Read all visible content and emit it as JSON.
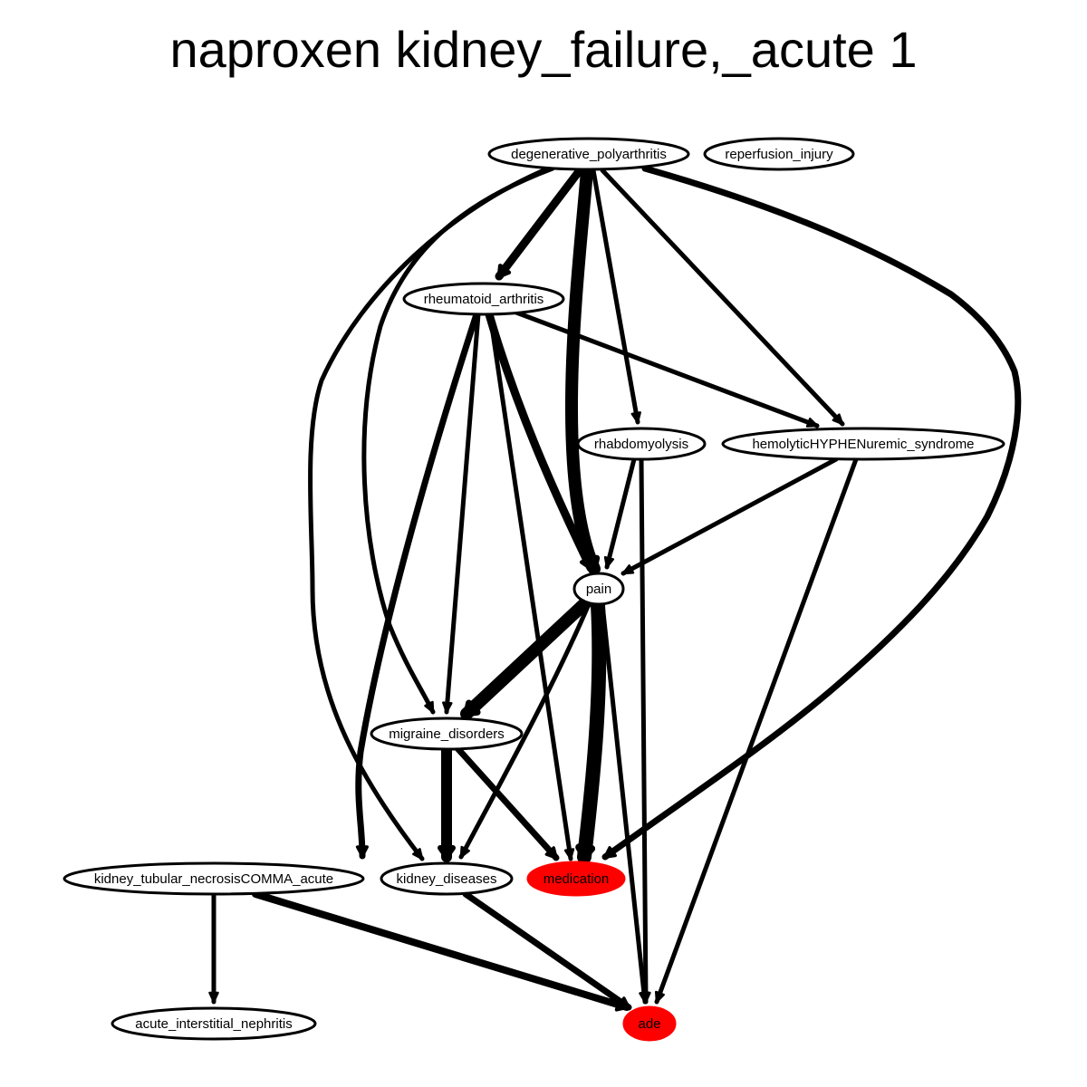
{
  "title": "naproxen kidney_failure,_acute 1",
  "colors": {
    "highlight": "#ff0000",
    "stroke": "#000000",
    "background": "#ffffff"
  },
  "nodes": [
    {
      "id": "degenerative_polyarthritis",
      "label": "degenerative_polyarthritis",
      "highlight": false
    },
    {
      "id": "reperfusion_injury",
      "label": "reperfusion_injury",
      "highlight": false
    },
    {
      "id": "rheumatoid_arthritis",
      "label": "rheumatoid_arthritis",
      "highlight": false
    },
    {
      "id": "rhabdomyolysis",
      "label": "rhabdomyolysis",
      "highlight": false
    },
    {
      "id": "hemolytic",
      "label": "hemolyticHYPHENuremic_syndrome",
      "highlight": false
    },
    {
      "id": "pain",
      "label": "pain",
      "highlight": false
    },
    {
      "id": "migraine_disorders",
      "label": "migraine_disorders",
      "highlight": false
    },
    {
      "id": "kidney_tubular",
      "label": "kidney_tubular_necrosisCOMMA_acute",
      "highlight": false
    },
    {
      "id": "kidney_diseases",
      "label": "kidney_diseases",
      "highlight": false
    },
    {
      "id": "medication",
      "label": "medication",
      "highlight": true
    },
    {
      "id": "acute_interstitial",
      "label": "acute_interstitial_nephritis",
      "highlight": false
    },
    {
      "id": "ade",
      "label": "ade",
      "highlight": true
    }
  ],
  "edges": [
    {
      "from": "degenerative_polyarthritis",
      "to": "rheumatoid_arthritis",
      "weight": 9
    },
    {
      "from": "degenerative_polyarthritis",
      "to": "pain",
      "weight": 14
    },
    {
      "from": "degenerative_polyarthritis",
      "to": "rhabdomyolysis",
      "weight": 5
    },
    {
      "from": "degenerative_polyarthritis",
      "to": "hemolytic",
      "weight": 5
    },
    {
      "from": "degenerative_polyarthritis",
      "to": "medication",
      "weight": 7
    },
    {
      "from": "degenerative_polyarthritis",
      "to": "migraine_disorders",
      "weight": 5
    },
    {
      "from": "degenerative_polyarthritis",
      "to": "kidney_diseases",
      "weight": 5
    },
    {
      "from": "rheumatoid_arthritis",
      "to": "pain",
      "weight": 9
    },
    {
      "from": "rheumatoid_arthritis",
      "to": "hemolytic",
      "weight": 5
    },
    {
      "from": "rheumatoid_arthritis",
      "to": "migraine_disorders",
      "weight": 5
    },
    {
      "from": "rheumatoid_arthritis",
      "to": "medication",
      "weight": 5
    },
    {
      "from": "rheumatoid_arthritis",
      "to": "kidney_diseases",
      "weight": 7
    },
    {
      "from": "rhabdomyolysis",
      "to": "pain",
      "weight": 5
    },
    {
      "from": "rhabdomyolysis",
      "to": "ade",
      "weight": 5
    },
    {
      "from": "hemolytic",
      "to": "pain",
      "weight": 5
    },
    {
      "from": "hemolytic",
      "to": "ade",
      "weight": 5
    },
    {
      "from": "pain",
      "to": "migraine_disorders",
      "weight": 14
    },
    {
      "from": "pain",
      "to": "medication",
      "weight": 16
    },
    {
      "from": "pain",
      "to": "kidney_diseases",
      "weight": 5
    },
    {
      "from": "pain",
      "to": "ade",
      "weight": 5
    },
    {
      "from": "migraine_disorders",
      "to": "kidney_diseases",
      "weight": 12
    },
    {
      "from": "migraine_disorders",
      "to": "medication",
      "weight": 7
    },
    {
      "from": "kidney_tubular",
      "to": "acute_interstitial",
      "weight": 5
    },
    {
      "from": "kidney_tubular",
      "to": "ade",
      "weight": 8
    },
    {
      "from": "kidney_diseases",
      "to": "ade",
      "weight": 7
    }
  ]
}
